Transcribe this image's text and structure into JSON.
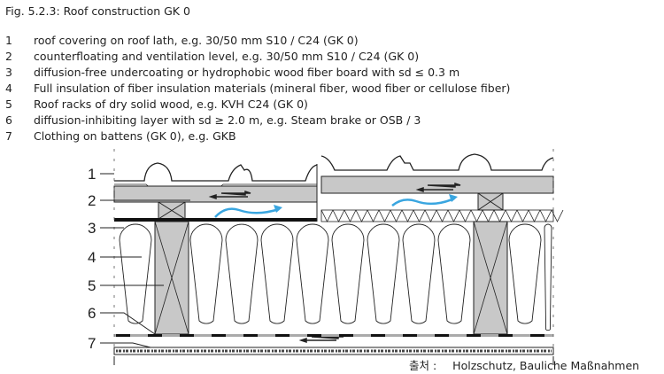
{
  "caption": "Fig. 5.2.3: Roof construction GK 0",
  "legend": [
    {
      "num": "1",
      "text": "roof covering on roof lath, e.g. 30/50 mm S10 / C24 (GK 0)"
    },
    {
      "num": "2",
      "text": "counterfloating and ventilation level, e.g. 30/50 mm S10 / C24 (GK 0)"
    },
    {
      "num": "3",
      "text": "diffusion-free undercoating or hydrophobic wood fiber board with sd ≤ 0.3 m"
    },
    {
      "num": "4",
      "text": "Full insulation of fiber insulation materials (mineral fiber, wood fiber or cellulose fiber)"
    },
    {
      "num": "5",
      "text": "Roof racks of dry solid wood, e.g. KVH C24 (GK 0)"
    },
    {
      "num": "6",
      "text": "diffusion-inhibiting layer with sd ≥ 2.0 m, e.g. Steam brake or OSB / 3"
    },
    {
      "num": "7",
      "text": "Clothing on battens (GK 0), e.g. GKB"
    }
  ],
  "diagram": {
    "labels": [
      "1",
      "2",
      "3",
      "4",
      "5",
      "6",
      "7"
    ],
    "colors": {
      "wood": "#c8c8c8",
      "airflow": "#3aa6e0",
      "line": "#222222"
    }
  },
  "source": {
    "label": "출처 :",
    "text": "Holzschutz, Bauliche Maßnahmen"
  }
}
